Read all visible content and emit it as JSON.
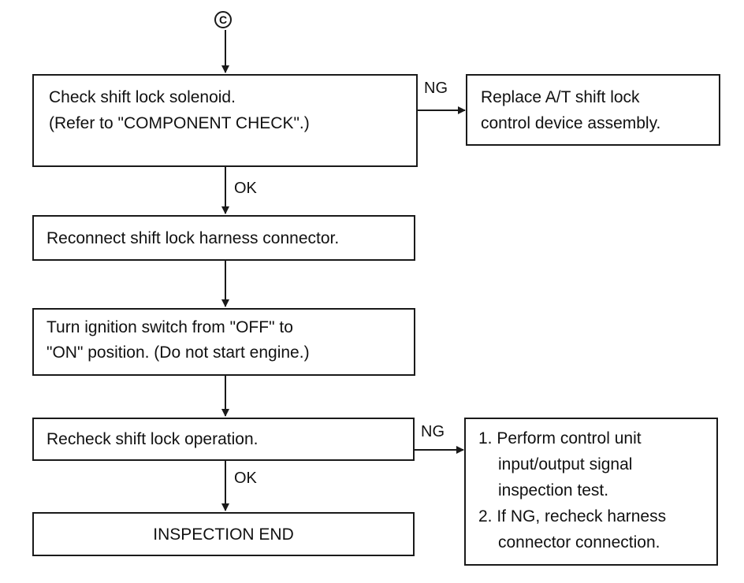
{
  "entry_marker": "C",
  "boxes": {
    "check_solenoid": {
      "line1": "Check shift lock solenoid.",
      "line2": "(Refer to \"COMPONENT CHECK\".)"
    },
    "replace_assembly": {
      "line1": "Replace A/T shift lock",
      "line2": "control device assembly."
    },
    "reconnect": {
      "line1": "Reconnect shift lock harness connector."
    },
    "turn_ignition": {
      "line1": "Turn ignition switch from \"OFF\" to",
      "line2": "\"ON\" position. (Do not start engine.)"
    },
    "recheck": {
      "line1": "Recheck shift lock operation."
    },
    "perform_test": {
      "line1": "1. Perform control unit",
      "line2": "input/output signal",
      "line3": "inspection test.",
      "line4": "2. If NG, recheck harness",
      "line5": "connector connection."
    },
    "end": {
      "line1": "INSPECTION END"
    }
  },
  "labels": {
    "ng_1": "NG",
    "ok_1": "OK",
    "ng_2": "NG",
    "ok_2": "OK"
  }
}
